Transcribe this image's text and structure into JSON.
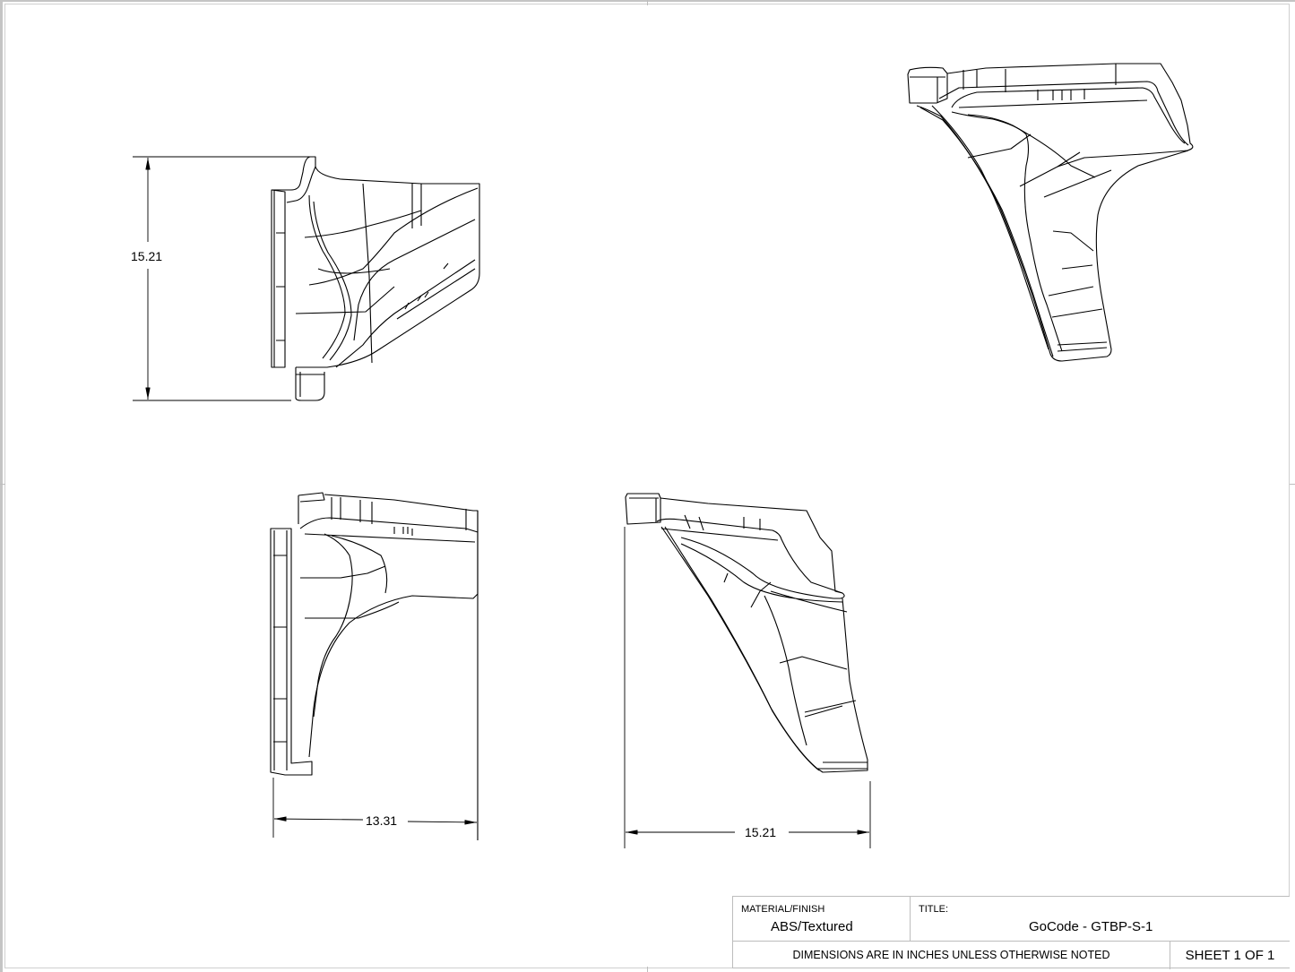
{
  "sheet": {
    "border_color": "#c4c4c4",
    "line_color": "#000000"
  },
  "views": [
    {
      "name": "top-view",
      "description": "Top view of bracket"
    },
    {
      "name": "isometric-view",
      "description": "Isometric view of bracket"
    },
    {
      "name": "front-view",
      "description": "Front view of bracket"
    },
    {
      "name": "side-view",
      "description": "Right side view of bracket"
    }
  ],
  "dimensions": {
    "top_view_height": "15.21",
    "front_view_width": "13.31",
    "side_view_width": "15.21"
  },
  "title_block": {
    "material_label": "MATERIAL/FINISH",
    "material_value": "ABS/Textured",
    "title_label": "TITLE:",
    "title_value": "GoCode - GTBP-S-1",
    "dimensions_note": "DIMENSIONS ARE IN INCHES UNLESS OTHERWISE NOTED",
    "sheet": "SHEET 1 OF 1"
  }
}
